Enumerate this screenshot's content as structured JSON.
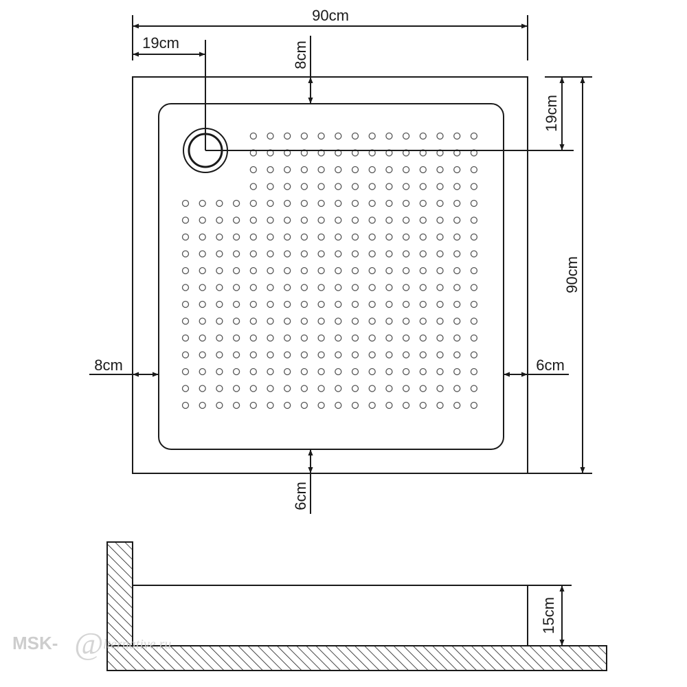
{
  "top_view": {
    "width_label": "90cm",
    "height_label": "90cm",
    "drain_offset_x_label": "19cm",
    "drain_offset_y_label": "19cm",
    "rim_top_label": "8cm",
    "rim_left_label": "8cm",
    "rim_right_label": "6cm",
    "rim_bottom_label": "6cm"
  },
  "side_view": {
    "height_label": "15cm"
  },
  "watermark": {
    "prefix": "MSK-",
    "at_sign": "@",
    "script": "lternative.ru"
  },
  "colors": {
    "line": "#1a1a1a",
    "dots": "#555555",
    "watermark": "#c8c8c8"
  }
}
